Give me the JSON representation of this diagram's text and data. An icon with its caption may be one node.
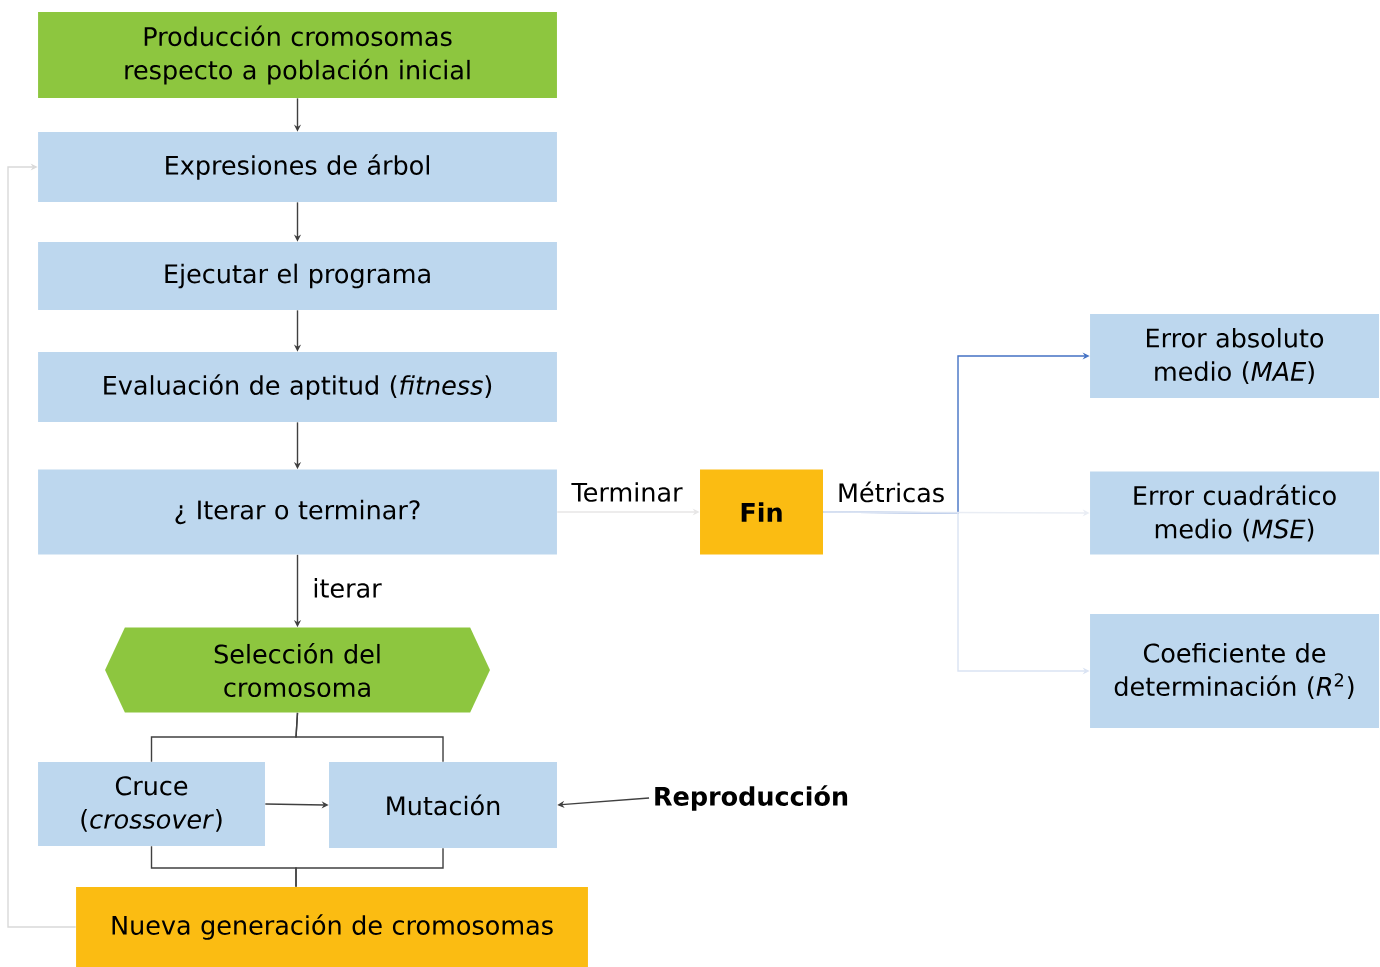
{
  "diagram": {
    "nodes": [
      {
        "text": [
          "Producción cromosomas respecto a población inicial"
        ]
      },
      {
        "text": [
          "Expresiones de árbol"
        ]
      },
      {
        "text": [
          "Ejecutar el programa"
        ]
      },
      {
        "text": [
          "Evaluación de aptitud (*fitness*)"
        ]
      },
      {
        "text": [
          "¿ Iterar o terminar?"
        ]
      },
      {
        "text": [
          "Fin"
        ]
      },
      {
        "text": [
          "Error absoluto medio (*MAE*)"
        ]
      },
      {
        "text": [
          "Error cuadrático medio (*MSE*)"
        ]
      },
      {
        "text": [
          "Coeficiente de determinación (*R*$^{2}$)"
        ]
      },
      {
        "text": [
          "Selección del cromosoma"
        ]
      },
      {
        "text": [
          "Cruce (*crossover*)"
        ]
      },
      {
        "text": [
          "Mutación"
        ]
      },
      {
        "text": [
          "Reproducción"
        ]
      },
      {
        "text": [
          "Nueva generación de cromosomas"
        ]
      }
    ],
    "edges": [
      {
        "from": 0,
        "to": 1,
        "arrow": "to"
      },
      {
        "from": 1,
        "to": 2,
        "arrow": "to"
      },
      {
        "from": 2,
        "to": 3,
        "arrow": "to"
      },
      {
        "from": 3,
        "to": 4,
        "arrow": "to"
      },
      {
        "from": 4,
        "to": 5,
        "arrow": "to",
        "label": "Terminar",
        "color": "#e7e6e6"
      },
      {
        "from": 5,
        "to": 6,
        "arrow": "to",
        "label": "Métricas",
        "color": "#4472c4"
      },
      {
        "from": 5,
        "to": 7,
        "arrow": "to",
        "color": "#e9edf4"
      },
      {
        "from": 5,
        "to": 8,
        "arrow": "to",
        "color": "#dae3f3"
      },
      {
        "from": 4,
        "to": 9,
        "arrow": "to",
        "label": "iterar"
      },
      {
        "from": 9,
        "to": 10,
        "arrow": "none"
      },
      {
        "from": 9,
        "to": 11,
        "arrow": "none"
      },
      {
        "from": 10,
        "to": 11,
        "arrow": "to"
      },
      {
        "from": 12,
        "to": 11,
        "arrow": "to"
      },
      {
        "from": 10,
        "to": 13,
        "arrow": "none"
      },
      {
        "from": 11,
        "to": 13,
        "arrow": "none"
      },
      {
        "from": 13,
        "to": 1,
        "arrow": "to",
        "color": "#d9d9d9"
      }
    ]
  }
}
